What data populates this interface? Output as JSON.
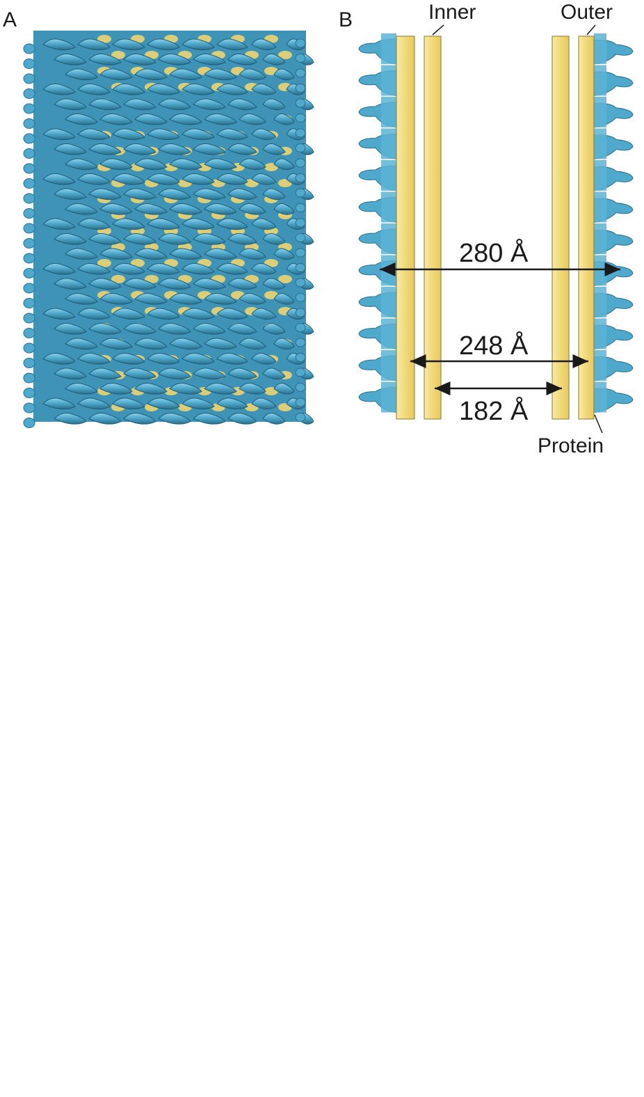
{
  "panels": {
    "a": {
      "letter": "A"
    },
    "b": {
      "letter": "B"
    }
  },
  "labels": {
    "inner": "Inner",
    "outer": "Outer",
    "protein": "Protein"
  },
  "dimensions": [
    {
      "id": "outer-protein-diameter",
      "text": "280 Å"
    },
    {
      "id": "outer-membrane-diameter",
      "text": "248 Å"
    },
    {
      "id": "inner-membrane-diameter",
      "text": "182 Å"
    }
  ],
  "colors": {
    "protein": "#4fa9cc",
    "protein_dark": "#2b6f8c",
    "membrane": "#f3df86",
    "membrane_edge": "#8a7a33",
    "arrow": "#1a1a1a"
  }
}
